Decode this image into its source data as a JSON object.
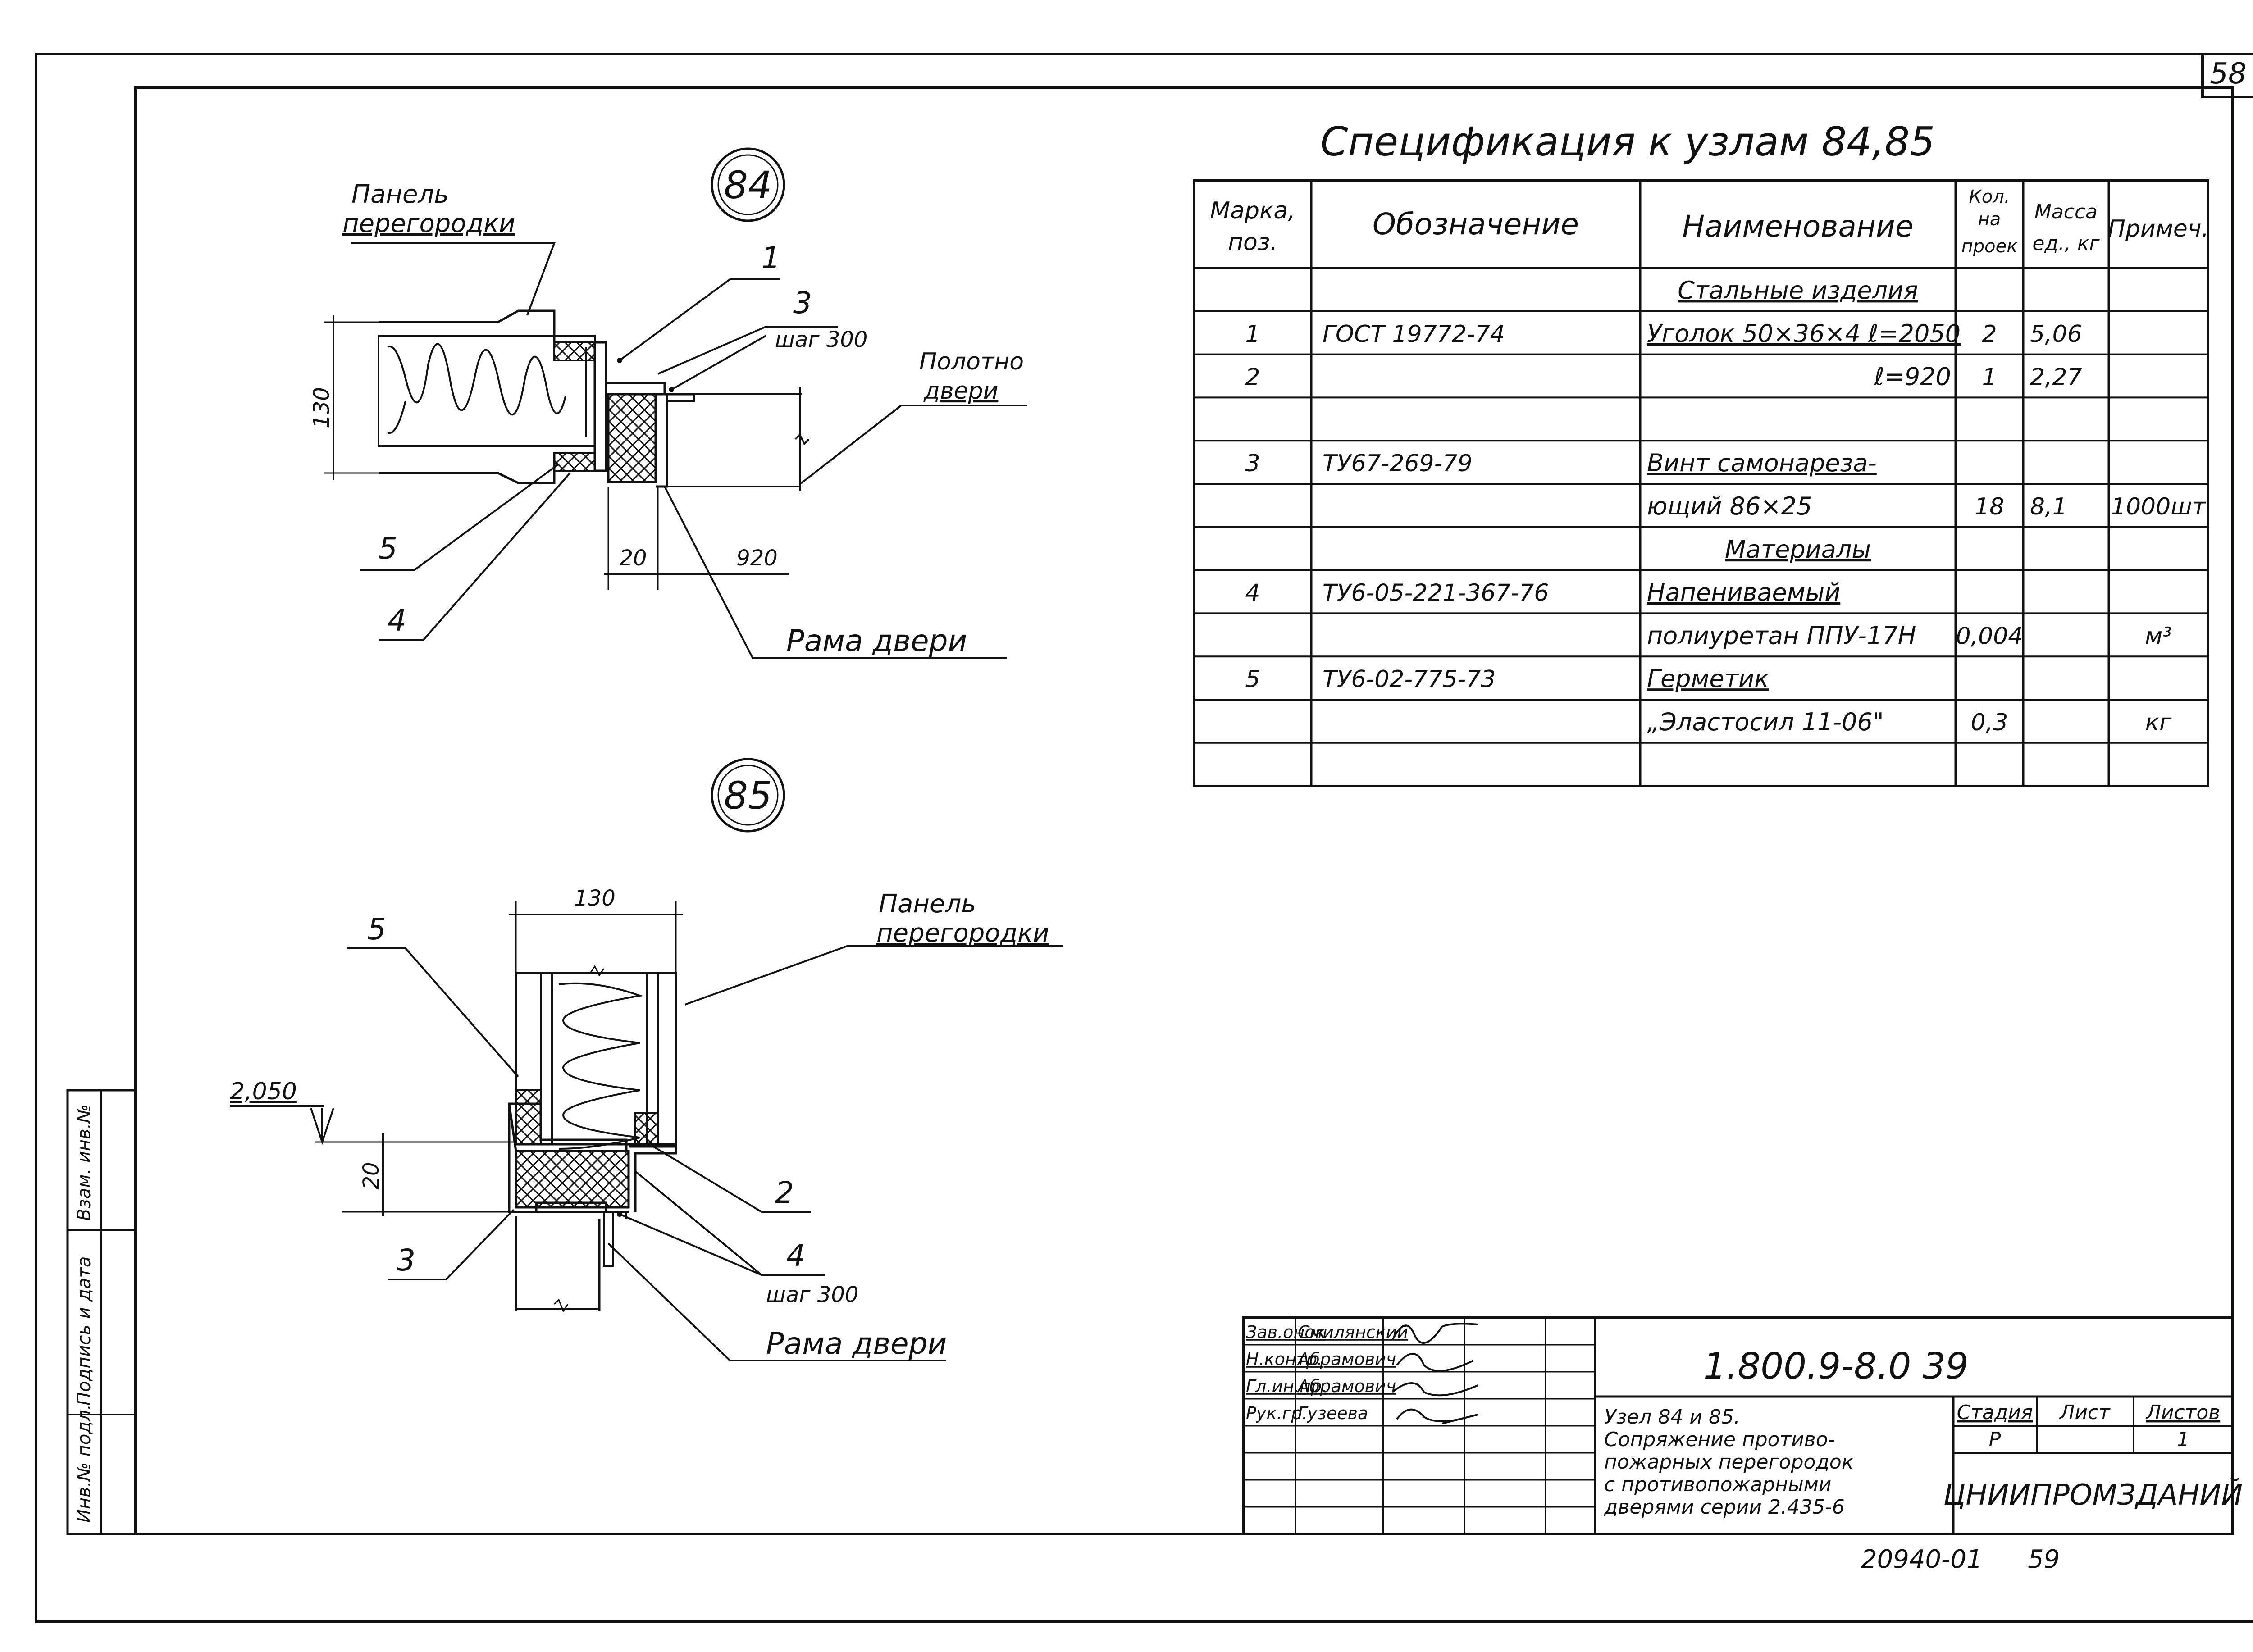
{
  "sheet": {
    "page_no": "58",
    "bottom_code": "20940-01",
    "bottom_page": "59"
  },
  "node84": {
    "circle": "84",
    "panel_label": [
      "Панель",
      "перегородки"
    ],
    "leaf_label": [
      "Полотно",
      "двери"
    ],
    "frame_label": "Рама двери",
    "callouts": [
      "1",
      "3",
      "4",
      "5"
    ],
    "step": "шаг 300",
    "dims": {
      "height": "130",
      "gap": "20",
      "width": "920"
    }
  },
  "node85": {
    "circle": "85",
    "panel_label": [
      "Панель",
      "перегородки"
    ],
    "frame_label": "Рама двери",
    "callouts": [
      "2",
      "3",
      "4",
      "5"
    ],
    "step": "шаг 300",
    "dims": {
      "width": "130",
      "gap": "20",
      "level": "2,050"
    }
  },
  "spec": {
    "title": "Спецификация к узлам 84,85",
    "headers": [
      [
        "Марка,",
        "поз."
      ],
      [
        "Обозначение"
      ],
      [
        "Наименование"
      ],
      [
        "Кол.",
        "на",
        "проек"
      ],
      [
        "Масса",
        "ед., кг"
      ],
      [
        "Примеч."
      ]
    ],
    "rows": [
      [
        "",
        "",
        "Стальные изделия",
        "",
        "",
        ""
      ],
      [
        "1",
        "ГОСТ 19772-74",
        "Уголок 50×36×4 ℓ=2050",
        "2",
        "5,06",
        ""
      ],
      [
        "2",
        "",
        "ℓ=920",
        "1",
        "2,27",
        ""
      ],
      [
        "",
        "",
        "",
        "",
        "",
        ""
      ],
      [
        "3",
        "ТУ67-269-79",
        "Винт самонареза-",
        "",
        "",
        ""
      ],
      [
        "",
        "",
        "ющий 86×25",
        "18",
        "8,1",
        "1000шт"
      ],
      [
        "",
        "",
        "Материалы",
        "",
        "",
        ""
      ],
      [
        "4",
        "ТУ6-05-221-367-76",
        "Напениваемый",
        "",
        "",
        ""
      ],
      [
        "",
        "",
        "полиуретан ППУ-17Н",
        "0,004",
        "",
        "м³"
      ],
      [
        "5",
        "ТУ6-02-775-73",
        "Герметик",
        "",
        "",
        ""
      ],
      [
        "",
        "",
        "„Эластосил 11-06\"",
        "0,3",
        "",
        "кг"
      ],
      [
        "",
        "",
        "",
        "",
        "",
        ""
      ]
    ]
  },
  "left_strip": [
    "Инв.№ подл.",
    "Подпись и дата",
    "Взам. инв.№"
  ],
  "title_block": {
    "signatures": [
      [
        "Зав.онок",
        "Смилянский"
      ],
      [
        "Н.контр.",
        "Абрамович"
      ],
      [
        "Гл.ин.пр.",
        "Абрамович"
      ],
      [
        "Рук.гр.",
        "Гузеева"
      ]
    ],
    "code": "1.800.9-8.0 39",
    "desc": [
      "Узел 84 и 85.",
      "Сопряжение противо-",
      "пожарных перегородок",
      "с противопожарными",
      "дверями серии 2.435-6"
    ],
    "stage_hdr": "Стадия",
    "sheet_hdr": "Лист",
    "sheets_hdr": "Листов",
    "stage": "Р",
    "sheets": "1",
    "org": "ЦНИИПРОМЗДАНИЙ"
  }
}
